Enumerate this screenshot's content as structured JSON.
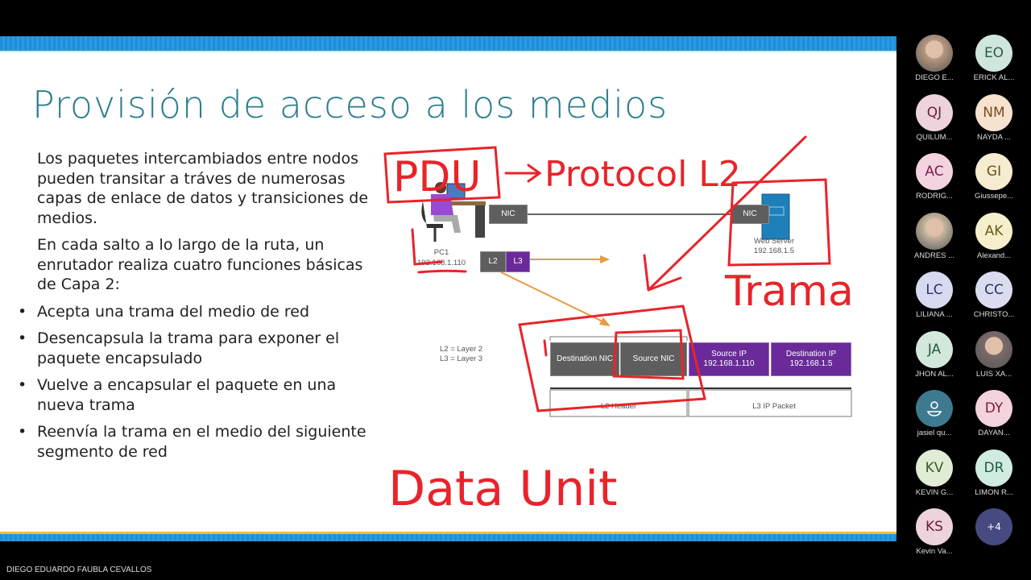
{
  "slide": {
    "title": "Provisión de acceso a los medios",
    "paragraphs": [
      "Los paquetes intercambiados entre nodos pueden transitar a tráves de numerosas capas de enlace de datos y transiciones de medios.",
      "En cada salto a lo largo de la ruta, un enrutador realiza cuatro funciones básicas de Capa 2:"
    ],
    "bullets": [
      "Acepta una trama del medio de red",
      "Desencapsula la trama para exponer el paquete encapsulado",
      "Vuelve a encapsular el paquete en una nueva trama",
      "Reenvía la trama en el medio del siguiente segmento de red"
    ],
    "diagram": {
      "nic_left": "NIC",
      "nic_right": "NIC",
      "pc_name": "PC1",
      "pc_ip": "192.168.1.110",
      "server_name": "Web Server",
      "server_ip": "192.168.1.5",
      "l2": "L2",
      "l3": "L3",
      "legend_l2": "L2 = Layer 2",
      "legend_l3": "L3 = Layer 3",
      "dest_nic": "Destination NIC",
      "source_nic": "Source NIC",
      "source_ip_label": "Source IP",
      "source_ip": "192.168.1.110",
      "dest_ip_label": "Destination IP",
      "dest_ip": "192.168.1.5",
      "l2_header": "L2 Header",
      "l3_packet": "L3 IP Packet"
    },
    "annotations": {
      "pdu": "PDU",
      "protocol": "Protocol L2",
      "trama": "Trama",
      "data_unit": "Data Unit",
      "ink_color": "#e8242a"
    }
  },
  "participants": [
    {
      "initials": "",
      "name": "DIEGO E...",
      "photo": true,
      "bg": "#b89880"
    },
    {
      "initials": "EO",
      "name": "ERICK AL...",
      "bg": "#cfe6dc",
      "fg": "#2c5a45"
    },
    {
      "initials": "QJ",
      "name": "QUILUM...",
      "bg": "#ecd3dc",
      "fg": "#6a2040"
    },
    {
      "initials": "NM",
      "name": "NAYDA ...",
      "bg": "#f6e2cf",
      "fg": "#7a4a20"
    },
    {
      "initials": "AC",
      "name": "RODRIG...",
      "bg": "#f3d3e0",
      "fg": "#7a1e48"
    },
    {
      "initials": "GI",
      "name": "Giussepe...",
      "bg": "#f6ecd0",
      "fg": "#6a5420"
    },
    {
      "initials": "",
      "name": "ANDRES ...",
      "photo": true,
      "bg": "#c8b8a0"
    },
    {
      "initials": "AK",
      "name": "Alexand...",
      "bg": "#f6efcc",
      "fg": "#6a5a18"
    },
    {
      "initials": "LC",
      "name": "LILIANA ...",
      "bg": "#d8daf0",
      "fg": "#2a3470"
    },
    {
      "initials": "CC",
      "name": "CHRISTO...",
      "bg": "#dcdcf0",
      "fg": "#2a2e60"
    },
    {
      "initials": "JA",
      "name": "JHON AL...",
      "bg": "#d2e8dc",
      "fg": "#245a3a"
    },
    {
      "initials": "",
      "name": "LUIS XA...",
      "photo": true,
      "bg": "#7a6a6a"
    },
    {
      "initials": "",
      "name": "jasiel qu...",
      "guest": true,
      "bg": "#3d7a90",
      "fg": "#fff"
    },
    {
      "initials": "DY",
      "name": "DAYAN...",
      "bg": "#f3d3dc",
      "fg": "#7a1e38"
    },
    {
      "initials": "KV",
      "name": "KEVIN G...",
      "bg": "#e0ecd4",
      "fg": "#3a5a28"
    },
    {
      "initials": "DR",
      "name": "LIMON R...",
      "bg": "#d0ebe0",
      "fg": "#1e5a40"
    },
    {
      "initials": "KS",
      "name": "Kevin Va...",
      "bg": "#ecd3dc",
      "fg": "#6a1e30"
    },
    {
      "initials": "+4",
      "name": "",
      "bg": "#464a80",
      "fg": "#fff"
    }
  ],
  "presenter_name": "DIEGO EDUARDO FAUBLA CEVALLOS"
}
